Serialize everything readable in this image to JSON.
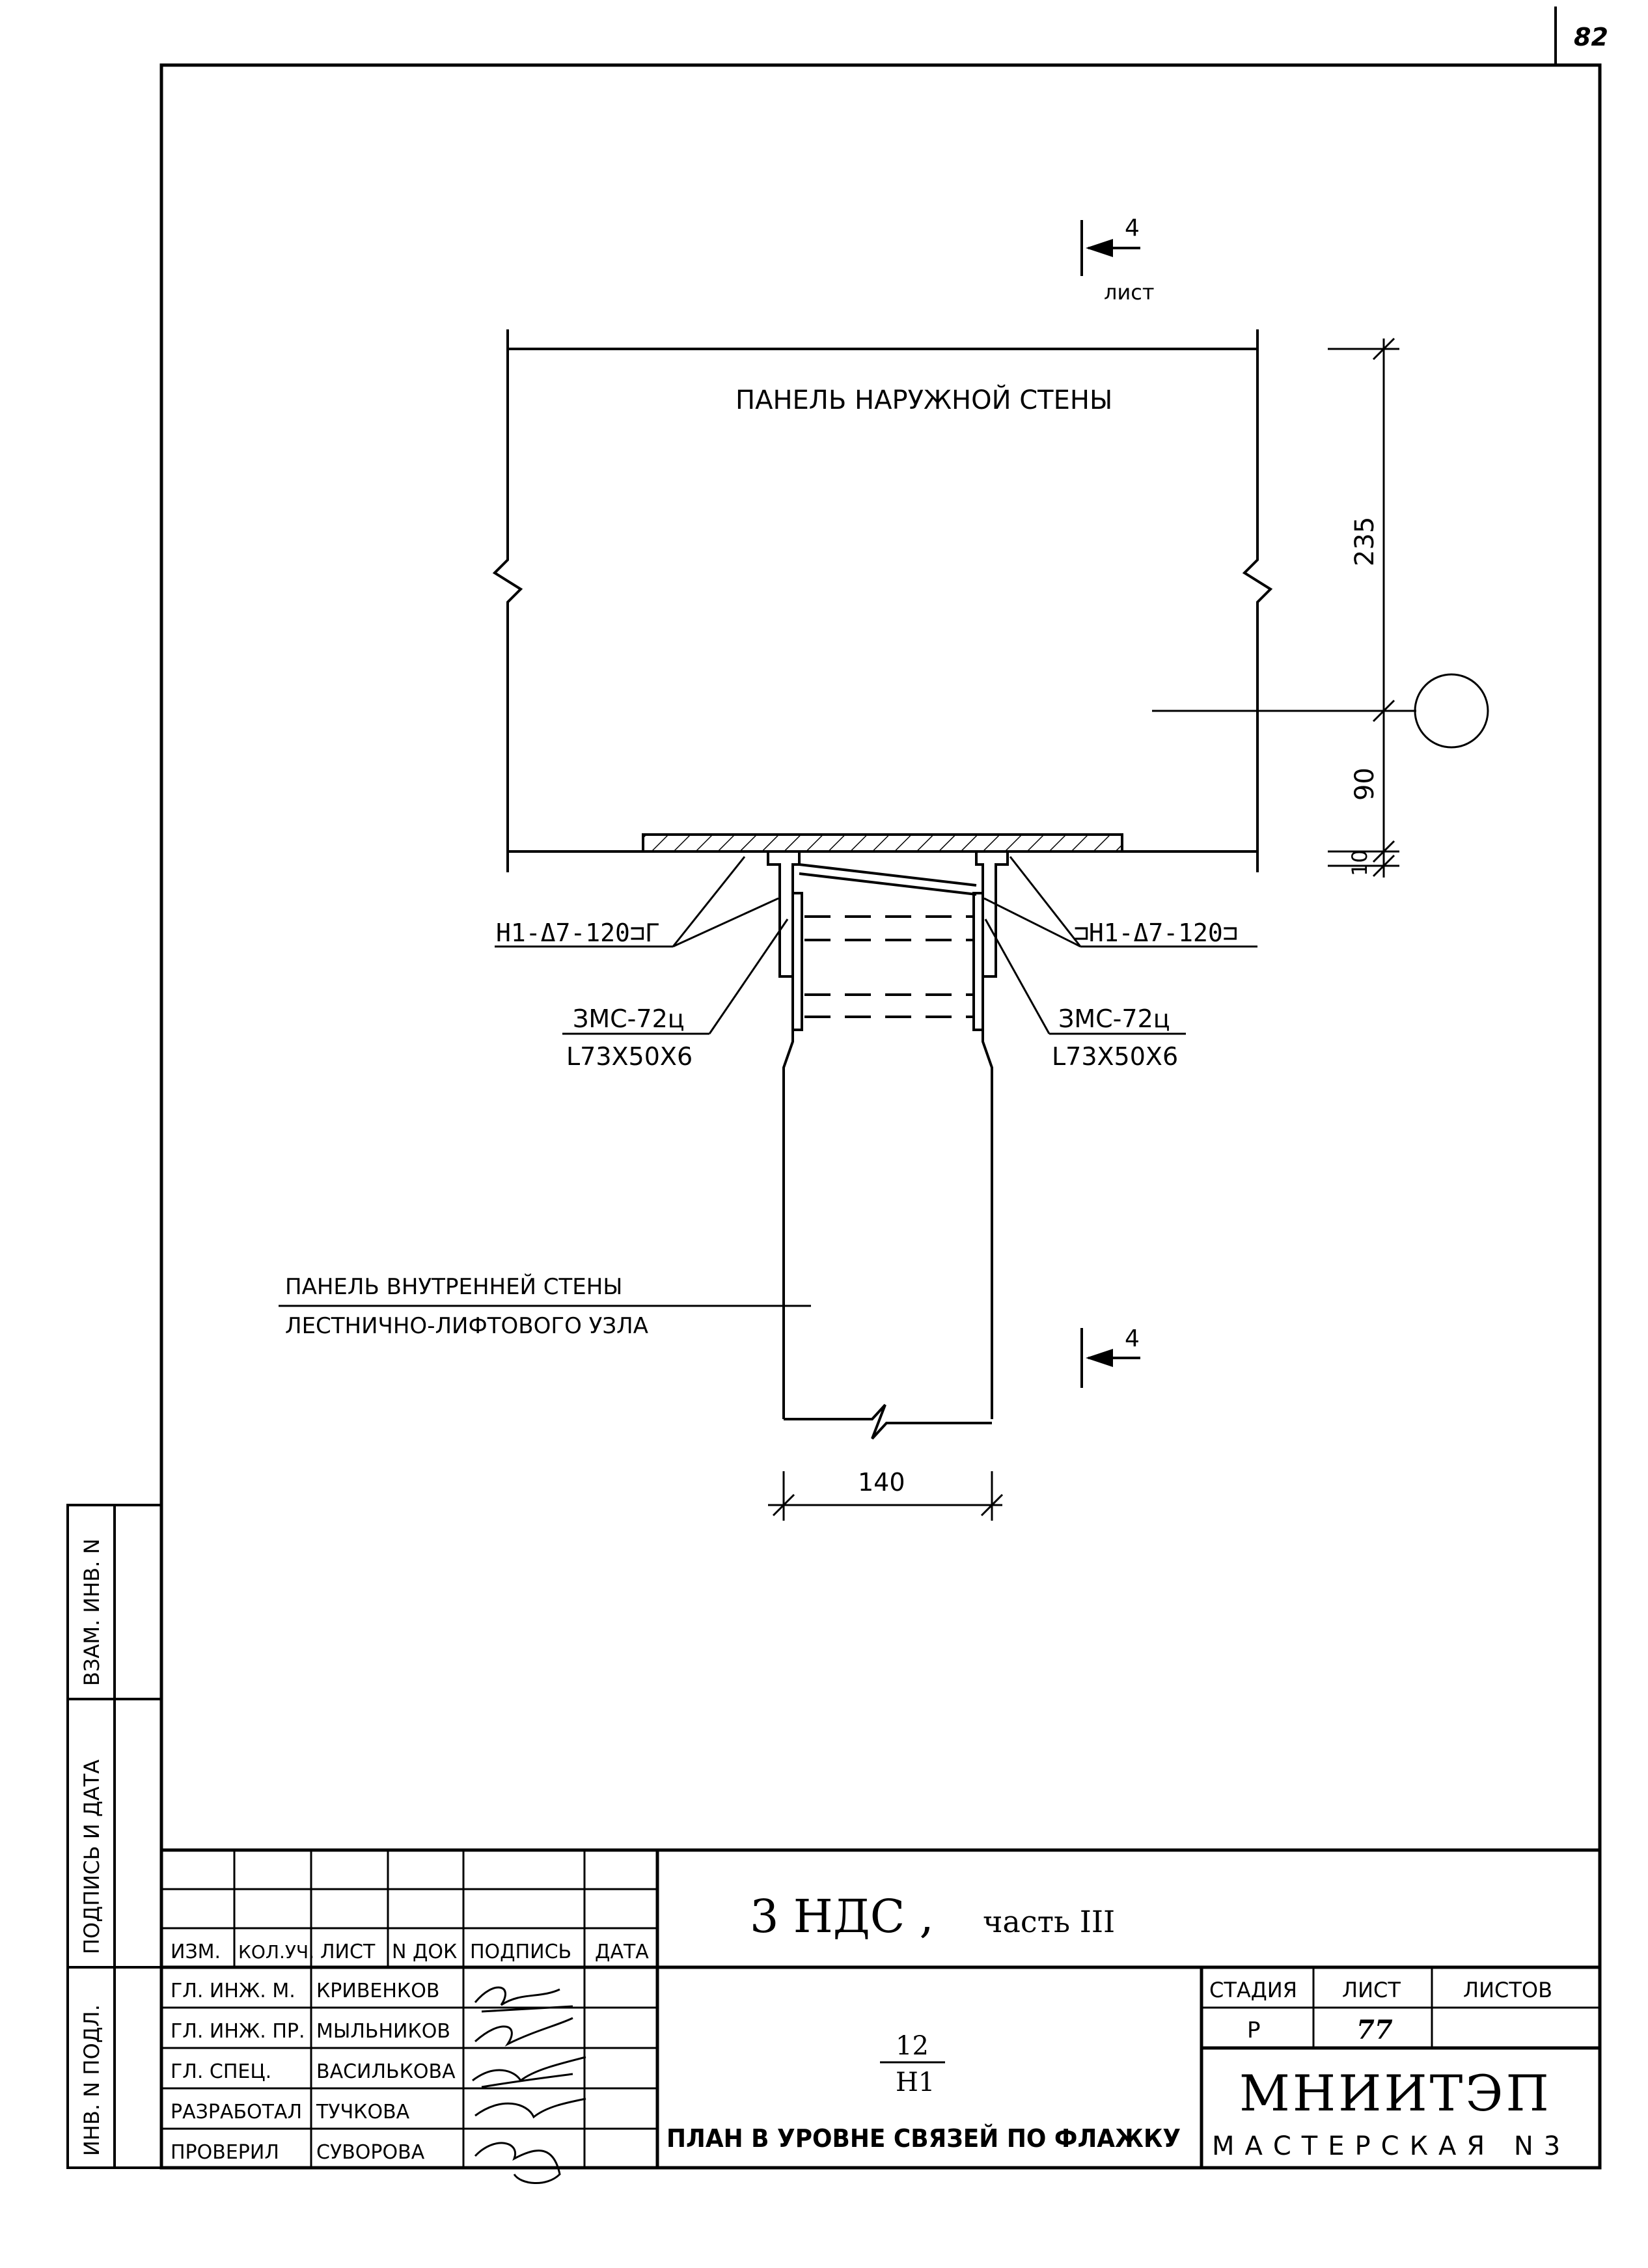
{
  "sheet_number": "82",
  "section_marks": {
    "top_number": "4",
    "top_sub": "лист",
    "bottom_number": "4"
  },
  "drawing": {
    "outer_panel": "ПАНЕЛЬ НАРУЖНОЙ СТЕНЫ",
    "inner_panel_line1": "ПАНЕЛЬ ВНУТРЕННЕЙ СТЕНЫ",
    "inner_panel_line2": "ЛЕСТНИЧНО-ЛИФТОВОГО УЗЛА",
    "weld_left": "Н1-Δ7-120⊐Γ",
    "weld_right": "⊐Н1-Δ7-120⊐",
    "part_left_top": "ЗМС-72ц",
    "part_left_bottom": "L73X50X6",
    "part_right_top": "ЗМС-72ц",
    "part_right_bottom": "L73X50X6",
    "dims": {
      "d235": "235",
      "d90": "90",
      "d10": "10",
      "d140": "140"
    }
  },
  "side_stamp": {
    "inv_podl": "ИНВ. N ПОДЛ.",
    "podpis_data": "ПОДПИСЬ И ДАТА",
    "vzam_inv": "ВЗАМ. ИНВ. N"
  },
  "title_block": {
    "project": "3 НДС ,",
    "part": "часть III",
    "headers": [
      "ИЗМ.",
      "КОЛ.УЧ.",
      "ЛИСТ",
      "N ДОК",
      "ПОДПИСЬ",
      "ДАТА"
    ],
    "roles": [
      {
        "role": "ГЛ. ИНЖ. М.",
        "name": "КРИВЕНКОВ"
      },
      {
        "role": "ГЛ. ИНЖ. ПР.",
        "name": "МЫЛЬНИКОВ"
      },
      {
        "role": "ГЛ. СПЕЦ.",
        "name": "ВАСИЛЬКОВА"
      },
      {
        "role": "РАЗРАБОТАЛ",
        "name": "ТУЧКОВА"
      },
      {
        "role": "ПРОВЕРИЛ",
        "name": "СУВОРОВА"
      }
    ],
    "node_numerator": "12",
    "node_denominator": "Н1",
    "sheet_title": "ПЛАН В УРОВНЕ СВЯЗЕЙ ПО ФЛАЖКУ",
    "stage_label": "СТАДИЯ",
    "sheet_label": "ЛИСТ",
    "sheets_label": "ЛИСТОВ",
    "stage_value": "Р",
    "sheet_value": "77",
    "org": "МНИИТЭП",
    "workshop": "МАСТЕРСКАЯ N3"
  }
}
